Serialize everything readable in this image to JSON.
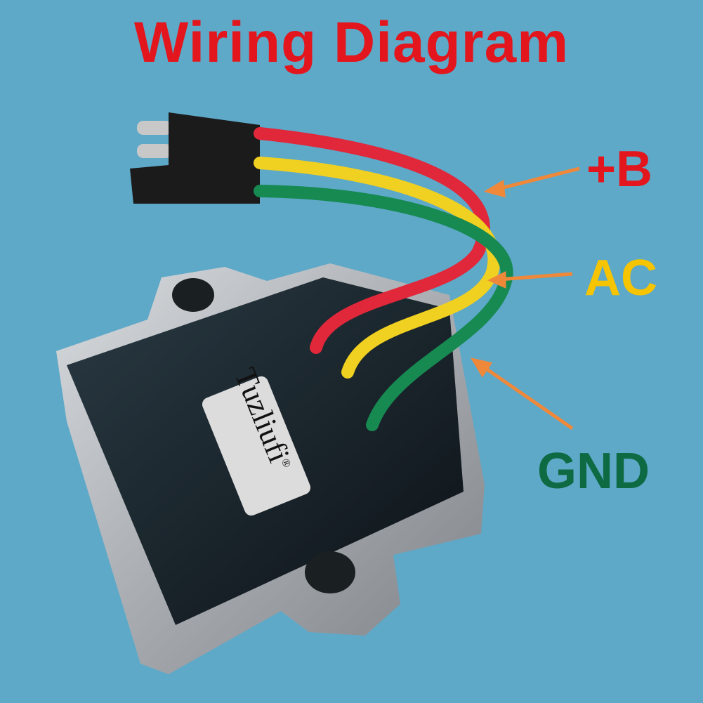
{
  "title": "Wiring Diagram",
  "labels": {
    "b_plus": {
      "text": "+B",
      "color": "#e3161d"
    },
    "ac": {
      "text": "AC",
      "color": "#f6c400"
    },
    "gnd": {
      "text": "GND",
      "color": "#0d6a42"
    }
  },
  "product": {
    "brand_label": "Tuzliufi",
    "registered_mark": "®"
  },
  "colors": {
    "background": "#5ea8c8",
    "arrow": "#f0883a",
    "wire_red": "#e0283a",
    "wire_yellow": "#f0d020",
    "wire_green": "#178a52"
  }
}
